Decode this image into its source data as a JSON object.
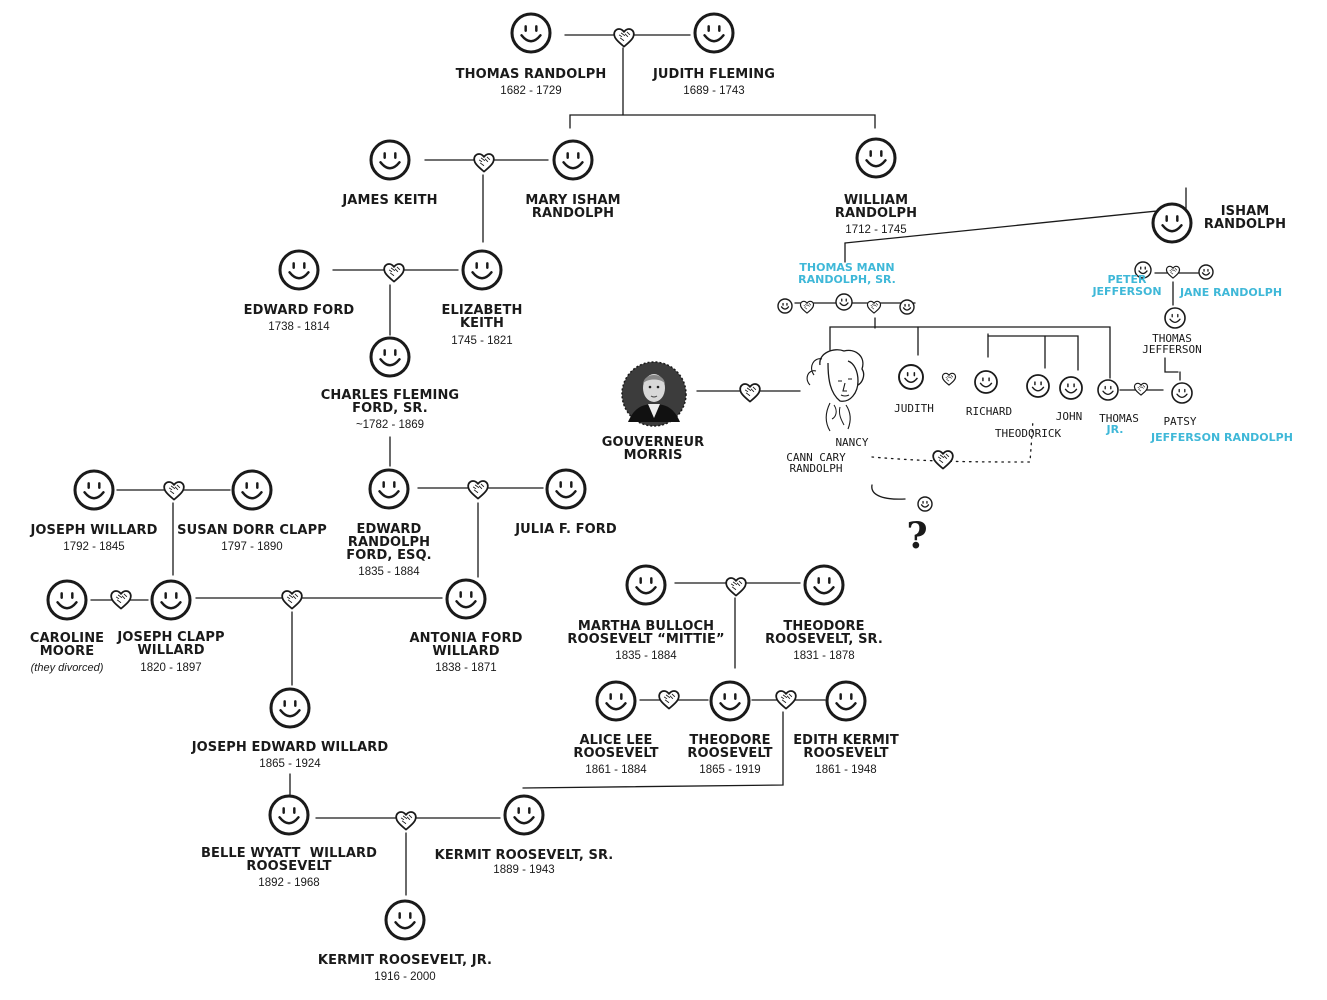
{
  "people": {
    "thomas_randolph": {
      "name": "THOMAS RANDOLPH",
      "dates": "1682 - 1729"
    },
    "judith_fleming": {
      "name": "JUDITH FLEMING",
      "dates": "1689 - 1743"
    },
    "james_keith": {
      "name": "JAMES KEITH"
    },
    "mary_isham_randolph": {
      "name": "MARY ISHAM\nRANDOLPH"
    },
    "william_randolph": {
      "name": "WILLIAM\nRANDOLPH",
      "dates": "1712 - 1745"
    },
    "isham_randolph": {
      "name": "ISHAM\nRANDOLPH"
    },
    "edward_ford": {
      "name": "EDWARD FORD",
      "dates": "1738 - 1814"
    },
    "elizabeth_keith": {
      "name": "ELIZABETH\nKEITH",
      "dates": "1745 - 1821"
    },
    "charles_fleming_ford": {
      "name": "CHARLES FLEMING\nFORD, SR.",
      "dates": "~1782 - 1869"
    },
    "joseph_willard": {
      "name": "JOSEPH WILLARD",
      "dates": "1792 - 1845"
    },
    "susan_dorr_clapp": {
      "name": "SUSAN DORR CLAPP",
      "dates": "1797 - 1890"
    },
    "edward_randolph_ford": {
      "name": "EDWARD\nRANDOLPH\nFORD, ESQ.",
      "dates": "1835 - 1884"
    },
    "julia_ford": {
      "name": "JULIA F. FORD"
    },
    "caroline_moore": {
      "name": "CAROLINE\nMOORE",
      "note": "(they divorced)"
    },
    "joseph_clapp_willard": {
      "name": "JOSEPH CLAPP\nWILLARD",
      "dates": "1820 - 1897"
    },
    "antonia_ford_willard": {
      "name": "ANTONIA FORD\nWILLARD",
      "dates": "1838 - 1871"
    },
    "joseph_edward_willard": {
      "name": "JOSEPH EDWARD WILLARD",
      "dates": "1865 - 1924"
    },
    "martha_bulloch": {
      "name": "MARTHA BULLOCH\nROOSEVELT “MITTIE”",
      "dates": "1835 - 1884"
    },
    "theodore_sr": {
      "name": "THEODORE\nROOSEVELT, SR.",
      "dates": "1831 - 1878"
    },
    "alice_lee": {
      "name": "ALICE LEE\nROOSEVELT",
      "dates": "1861 - 1884"
    },
    "theodore_roosevelt": {
      "name": "THEODORE\nROOSEVELT",
      "dates": "1865 - 1919"
    },
    "edith_kermit": {
      "name": "EDITH KERMIT\nROOSEVELT",
      "dates": "1861 - 1948"
    },
    "belle_wyatt": {
      "name": "BELLE WYATT  WILLARD\nROOSEVELT",
      "dates": "1892 - 1968"
    },
    "kermit_sr": {
      "name": "KERMIT ROOSEVELT, SR.",
      "dates": "1889 - 1943"
    },
    "kermit_jr": {
      "name": "KERMIT ROOSEVELT, JR.",
      "dates": "1916 - 2000"
    },
    "gouverneur_morris": {
      "name": "GOUVERNEUR\nMORRIS"
    }
  },
  "cyan_labels": {
    "thomas_mann": "THOMAS MANN\nRANDOLPH, SR.",
    "peter_jefferson": "PETER\nJEFFERSON",
    "jane_randolph": "JANE RANDOLPH",
    "thomas_jr": "JR.",
    "jefferson_randolph": "JEFFERSON RANDOLPH"
  },
  "sketch_labels": {
    "thomas_jefferson": "THOMAS\nJEFFERSON",
    "judith": "JUDITH",
    "richard": "RICHARD",
    "theodorick": "THEODORICK",
    "john": "JOHN",
    "thomas": "THOMAS",
    "patsy": "PATSY",
    "nancy": "NANCY",
    "ann_cary_randolph": "CANN CARY\nRANDOLPH",
    "question_mark": "?"
  },
  "colors": {
    "ink": "#1a1a1a",
    "accent_cyan": "#3fb8d8"
  },
  "icons": {
    "person": "smiley-face-icon",
    "marriage": "heart-icon"
  }
}
